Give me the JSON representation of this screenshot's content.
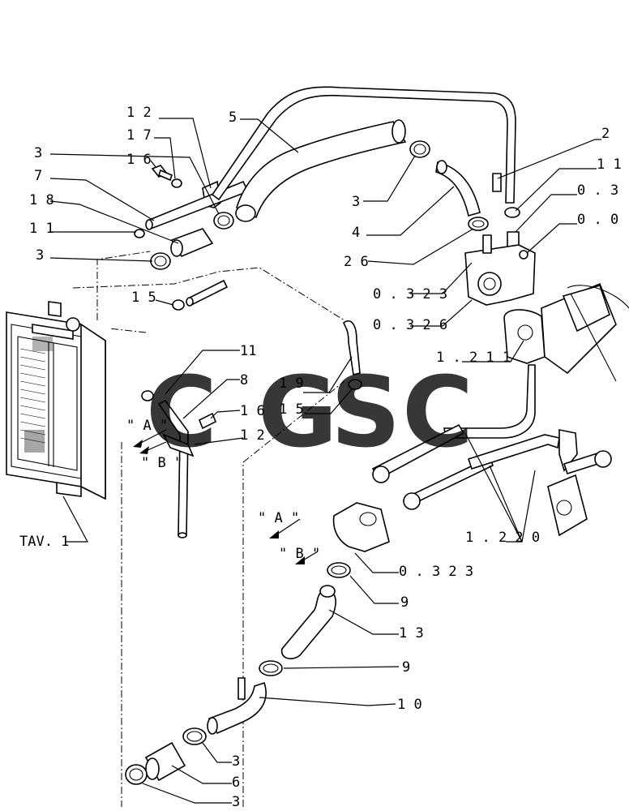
{
  "labels": {
    "p12a": "1 2",
    "p17": "1 7",
    "p16a": "1 6",
    "p3a": "3",
    "p7": "7",
    "p18": "1 8",
    "p11a": "1 1",
    "p3b": "3",
    "p15a": "1 5",
    "p5": "5",
    "p3c": "3",
    "p4": "4",
    "p26": "2 6",
    "p2": "2",
    "p11b": "1 1",
    "p03": "0 . 3",
    "p00": "0 . 0",
    "p0323a": "0 . 3 2 3",
    "p0326": "0 . 3 2 6",
    "p1211": "1 . 2 1 1",
    "p11c": "11",
    "p8": "8",
    "p19": "1 9",
    "p15b": "1 5",
    "p16b": "1 6",
    "p12b": "1 2",
    "refA1": "\" A \"",
    "refB1": "\" B \"",
    "refA2": "\" A \"",
    "refB2": "\" B \"",
    "tav": "TAV. 1",
    "p1220": "1 . 2 2 0",
    "p0323b": "0 . 3 2 3",
    "p9a": "9",
    "p13": "1 3",
    "p9b": "9",
    "p10": "1 0",
    "p3d": "3",
    "p6": "6",
    "p3e": "3"
  },
  "watermark": {
    "letters": [
      "C",
      "G",
      "S",
      "C"
    ],
    "colors": [
      "#4a8af4",
      "#ee6a5a",
      "#f7cd3c",
      "#3aa66a"
    ]
  }
}
